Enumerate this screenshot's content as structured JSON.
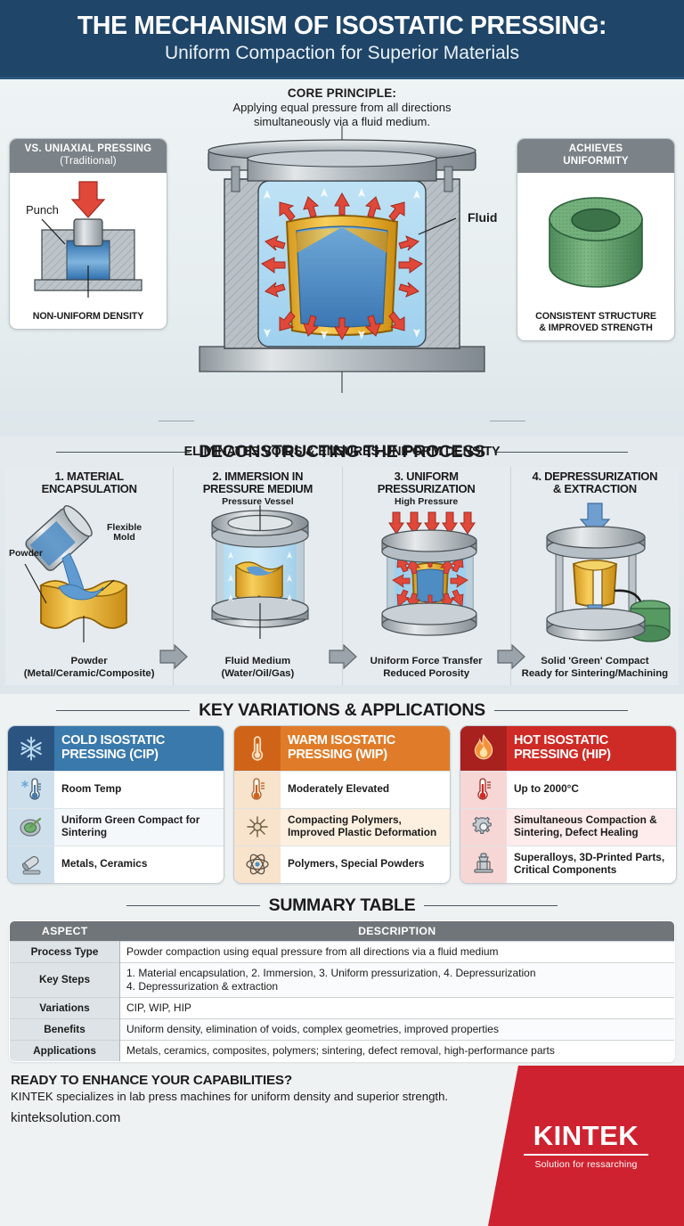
{
  "header": {
    "title": "THE MECHANISM OF ISOSTATIC PRESSING:",
    "subtitle": "Uniform Compaction for Superior Materials",
    "bg_color": "#1f4568"
  },
  "hero": {
    "core_principle_title": "CORE PRINCIPLE:",
    "core_principle_text": "Applying equal pressure from all directions simultaneously via a fluid medium.",
    "fluid_label": "Fluid",
    "bottom_caption": "ELIMINATES VOIDS & ENSURES UNIFORM DENSITY",
    "left_card": {
      "head_line1": "VS. UNIAXIAL PRESSING",
      "head_line2": "(Traditional)",
      "punch_label": "Punch",
      "caption": "NON-UNIFORM DENSITY"
    },
    "right_card": {
      "head_line1": "ACHIEVES",
      "head_line2": "UNIFORMITY",
      "caption_line1": "CONSISTENT STRUCTURE",
      "caption_line2": "& IMPROVED STRENGTH"
    }
  },
  "process": {
    "heading": "DECONSTRUCTING THE PROCESS",
    "steps": [
      {
        "title": "1. MATERIAL ENCAPSULATION",
        "label_a": "Powder",
        "label_b": "Flexible Mold",
        "caption_line1": "Powder",
        "caption_line2": "(Metal/Ceramic/Composite)"
      },
      {
        "title": "2. IMMERSION IN PRESSURE MEDIUM",
        "label_a": "Pressure Vessel",
        "caption_line1": "Fluid Medium",
        "caption_line2": "(Water/Oil/Gas)"
      },
      {
        "title": "3. UNIFORM PRESSURIZATION",
        "label_a": "High Pressure",
        "caption_line1": "Uniform Force Transfer",
        "caption_line2": "Reduced Porosity"
      },
      {
        "title": "4. DEPRESSURIZATION & EXTRACTION",
        "caption_line1": "Solid 'Green' Compact",
        "caption_line2": "Ready for Sintering/Machining"
      }
    ]
  },
  "variations": {
    "heading": "KEY VARIATIONS & APPLICATIONS",
    "cards": [
      {
        "title": "COLD ISOSTATIC PRESSING (CIP)",
        "icon": "snowflake-icon",
        "accent": "#3a79ab",
        "rows": [
          {
            "icon": "cold-thermometer-icon",
            "text": "Room Temp"
          },
          {
            "icon": "green-compact-disc-icon",
            "text": "Uniform Green Compact for Sintering"
          },
          {
            "icon": "metal-billet-icon",
            "text": "Metals, Ceramics"
          }
        ]
      },
      {
        "title": "WARM ISOSTATIC PRESSING (WIP)",
        "icon": "thermometer-icon",
        "accent": "#e07c29",
        "rows": [
          {
            "icon": "warm-thermometer-icon",
            "text": "Moderately Elevated"
          },
          {
            "icon": "polymer-star-icon",
            "text": "Compacting Polymers, Improved Plastic Deformation"
          },
          {
            "icon": "atom-icon",
            "text": "Polymers, Special Powders"
          }
        ]
      },
      {
        "title": "HOT ISOSTATIC PRESSING (HIP)",
        "icon": "flame-icon",
        "accent": "#cf2b26",
        "rows": [
          {
            "icon": "hot-thermometer-icon",
            "text": "Up to 2000°C"
          },
          {
            "icon": "gear-icon",
            "text": "Simultaneous Compaction & Sintering, Defect Healing"
          },
          {
            "icon": "turbine-part-icon",
            "text": "Superalloys, 3D-Printed Parts, Critical Components"
          }
        ]
      }
    ]
  },
  "summary": {
    "heading": "SUMMARY TABLE",
    "columns": [
      "ASPECT",
      "DESCRIPTION"
    ],
    "rows": [
      {
        "aspect": "Process Type",
        "description": "Powder compaction using equal pressure from all directions via a fluid medium"
      },
      {
        "aspect": "Key Steps",
        "description": "1. Material encapsulation, 2. Immersion, 3. Uniform pressurization, 4. Depressurization\n4. Depressurization & extraction"
      },
      {
        "aspect": "Variations",
        "description": "CIP, WIP, HIP"
      },
      {
        "aspect": "Benefits",
        "description": "Uniform density, elimination of voids, complex geometries, improved properties"
      },
      {
        "aspect": "Applications",
        "description": "Metals, ceramics, composites, polymers; sintering, defect removal, high-performance parts"
      }
    ]
  },
  "footer": {
    "cta_title": "READY TO ENHANCE YOUR CAPABILITIES?",
    "cta_text": "KINTEK specializes in lab press machines for uniform density and superior strength.",
    "website": "kinteksolution.com",
    "brand": "KINTEK",
    "tagline": "Solution for ressarching",
    "brand_color": "#cf2230"
  }
}
